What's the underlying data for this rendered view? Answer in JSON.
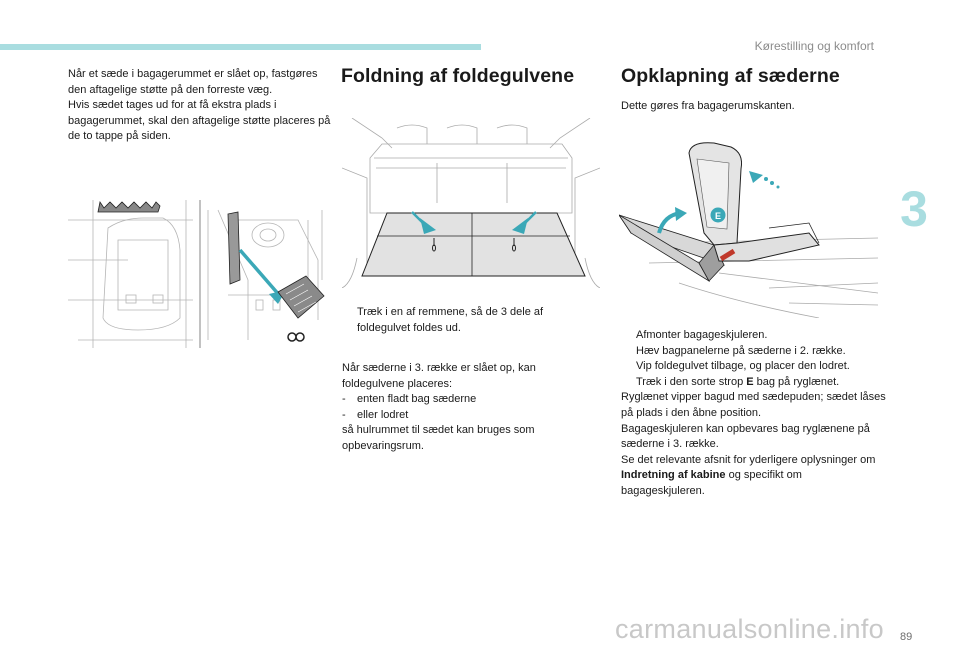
{
  "header": {
    "chapter_title": "Kørestilling og komfort",
    "chapter_number": "3",
    "accent_color": "#a9dde0"
  },
  "page_number": "89",
  "column1": {
    "paragraphs": [
      "Når et sæde i bagagerummet er slået op, fastgøres den aftagelige støtte på den forreste væg.",
      "Hvis sædet tages ud for at få ekstra plads i bagagerummet, skal den aftagelige støtte placeres på de to tappe på siden."
    ]
  },
  "section_fold": {
    "heading": "Foldning af foldegulvene",
    "step": "Træk i en af remmene, så de 3 dele af foldegulvet foldes ud.",
    "para_intro": "Når sæderne i 3. række er slået op, kan foldegulvene placeres:",
    "options": [
      "enten fladt bag sæderne",
      "eller lodret"
    ],
    "para_outro": "så hulrummet til sædet kan bruges som opbevaringsrum."
  },
  "section_open": {
    "heading": "Opklapning af sæderne",
    "intro": "Dette gøres fra bagagerumskanten.",
    "steps": [
      "Afmonter bagageskjuleren.",
      "Hæv bagpanelerne på sæderne i 2. række.",
      "Vip foldegulvet tilbage, og placer den lodret."
    ],
    "step4_before": "Træk i den sorte strop ",
    "step4_letter": "E",
    "step4_after": " bag på ryglænet.",
    "lines": [
      "Ryglænet vipper bagud med sædepuden; sædet låses på plads i den åbne position.",
      "Bagageskjuleren kan opbevares bag ryglænene på sæderne i 3. række."
    ],
    "ref_before": "Se det relevante afsnit for yderligere oplysninger om ",
    "ref_bold": "Indretning af kabine",
    "ref_after": " og specifikt om bagageskjuleren.",
    "figure_label": "E"
  },
  "bullet_glyph": "",
  "dash_glyph": "-",
  "watermark": "carmanualsonline.info"
}
